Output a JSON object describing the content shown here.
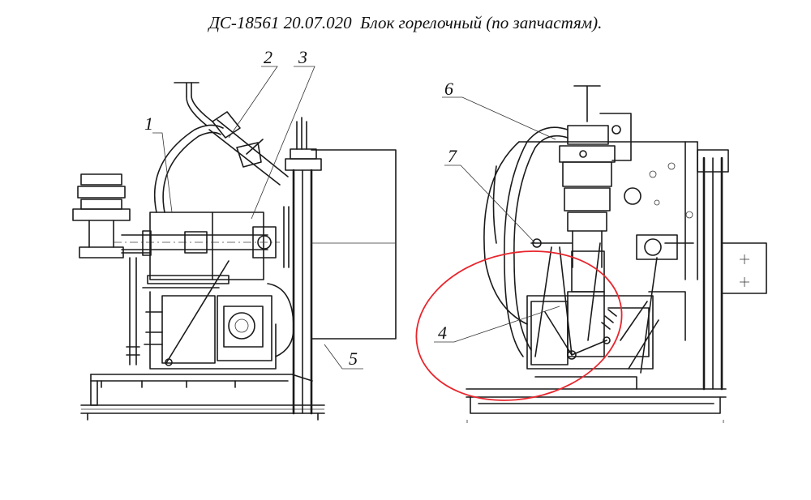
{
  "title": "ДС-18561 20.07.020  Блок горелочный (по запчастям).",
  "callouts": {
    "c1": "1",
    "c2": "2",
    "c3": "3",
    "c4": "4",
    "c5": "5",
    "c6": "6",
    "c7": "7"
  },
  "colors": {
    "line": "#1a1a1a",
    "highlight": "#e8262d"
  }
}
